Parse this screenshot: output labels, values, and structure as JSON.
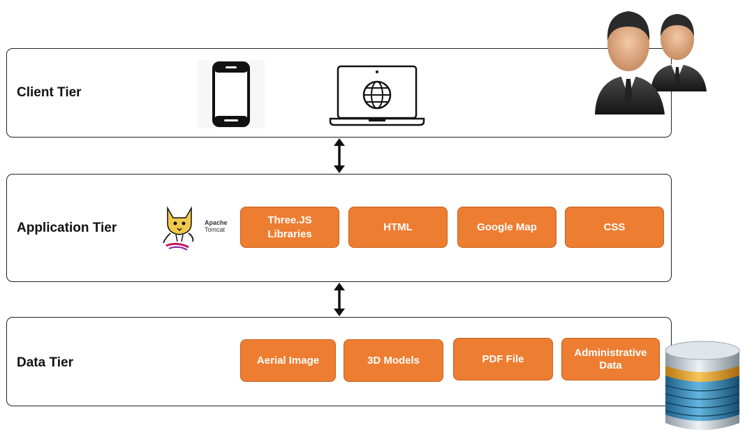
{
  "client_tier": {
    "label": "Client Tier",
    "icons": [
      "smartphone-icon",
      "laptop-globe-icon",
      "users-icon"
    ]
  },
  "application_tier": {
    "label": "Application Tier",
    "server": {
      "name_line1": "Apache",
      "name_line2": "Tomcat",
      "icon": "tomcat-logo"
    },
    "components": [
      "Three.JS\nLibraries",
      "HTML",
      "Google Map",
      "CSS"
    ]
  },
  "data_tier": {
    "label": "Data Tier",
    "components": [
      "Aerial Image",
      "3D Models",
      "PDF File",
      "Administrative\nData"
    ],
    "icon": "database-icon"
  },
  "colors": {
    "component_fill": "#ed7d31",
    "border": "#222222"
  }
}
